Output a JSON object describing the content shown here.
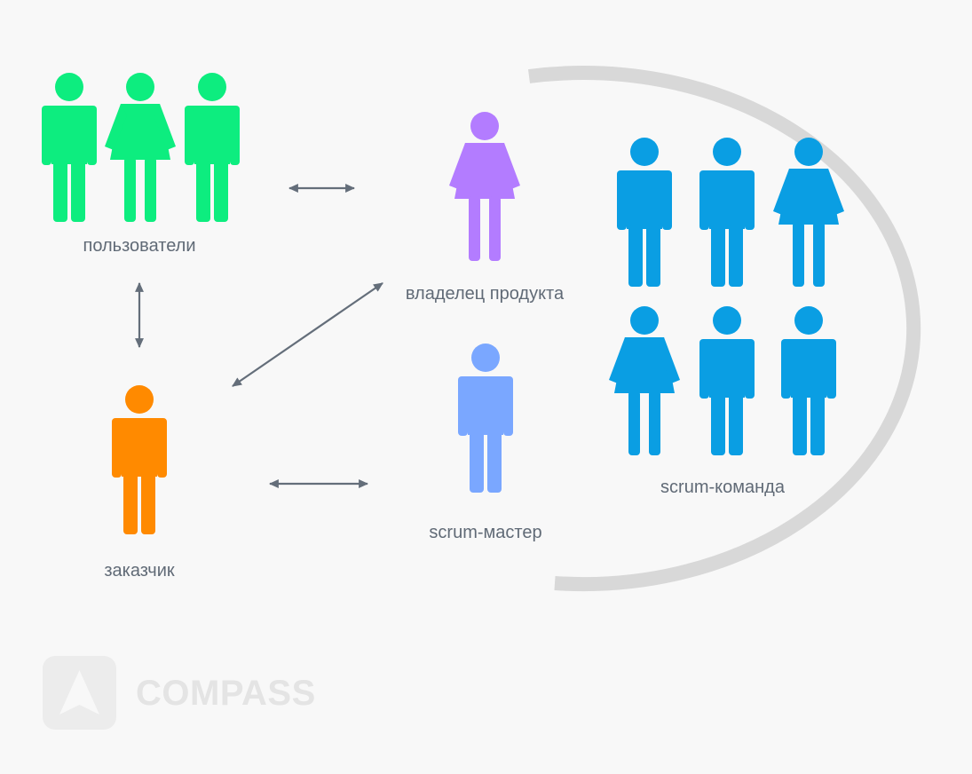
{
  "diagram": {
    "labels": {
      "users": "пользователи",
      "product_owner": "владелец продукта",
      "customer": "заказчик",
      "scrum_master": "scrum-мастер",
      "scrum_team": "scrum-команда"
    },
    "colors": {
      "users": "#0ded7f",
      "product_owner": "#b37cff",
      "customer": "#ff8a00",
      "scrum_master": "#7aa7ff",
      "scrum_team": "#0a9ee3",
      "arrow": "#646e7a",
      "arc": "#d8d8d8",
      "label": "#606a76"
    }
  },
  "logo": {
    "text": "COMPASS",
    "icon": "compass-arrow-icon"
  }
}
